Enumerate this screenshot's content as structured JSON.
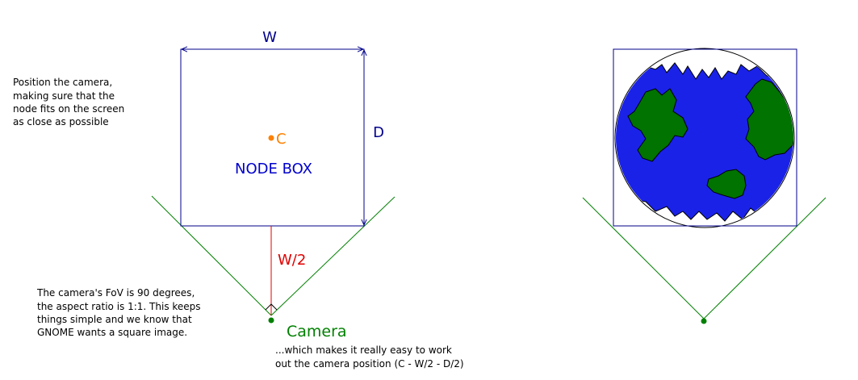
{
  "labels": {
    "width": "W",
    "depth": "D",
    "center_mark": "C",
    "node_box": "NODE BOX",
    "half_width": "W/2",
    "camera": "Camera"
  },
  "notes": {
    "position": [
      "Position the camera,",
      "making sure that the",
      "node fits on the screen",
      "as close as possible"
    ],
    "fov": [
      "The camera's FoV is 90 degrees,",
      "the aspect ratio is 1:1. This keeps",
      "things simple and we know that",
      "GNOME wants a square image."
    ],
    "result": [
      "...which makes it really easy to work",
      "out the camera position (C - W/2 - D/2)"
    ]
  },
  "colors": {
    "box": "#00008b",
    "dimension_lines": "#00008b",
    "node_box_text": "#0000cd",
    "center": "#ff8000",
    "half_width": "#e00000",
    "frustum": "#008000",
    "camera": "#008000",
    "ocean": "#1a22e8",
    "land": "#007300"
  },
  "icons": {
    "right_panel": "globe-icon"
  }
}
